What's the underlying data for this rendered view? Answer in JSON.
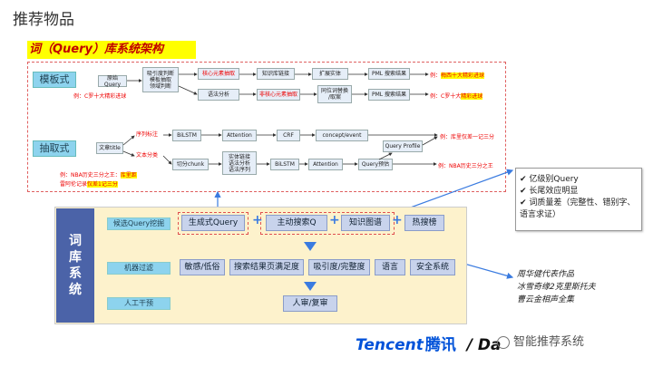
{
  "header": {
    "title": "推荐物品",
    "subtitle": "词（Query）库系统架构"
  },
  "top_flow": {
    "template_label": "模板式",
    "extract_label": "抽取式",
    "row1": [
      "原始Query",
      "吸引度判断\n模板抽取\n领域判断",
      "核心元素抽取",
      "知识库链接",
      "扩展实体",
      "PML 搜索结果"
    ],
    "row2": [
      "语法分析",
      "非核心元素抽取",
      "同位词替换\n/取案",
      "PML 搜索结果"
    ],
    "row1_result_prefix": "例：",
    "row1_result_hl": "梅西十大精彩进球",
    "row2_result_prefix": "例：C罗十大",
    "row2_result_hl": "精彩进球",
    "template_example": "例：C罗十大精彩进球",
    "extract_row1_label": "序列标注",
    "extract_row2_label": "文本分类",
    "extract_start": "文章title",
    "extract_row1": [
      "BiLSTM",
      "Attention",
      "CRF",
      "concept/event"
    ],
    "extract_row2": [
      "切分chunk",
      "实体链接\n语法分析\n语法序列",
      "BiLSTM",
      "Attention",
      "Query预估"
    ],
    "query_profile": "Query Profile",
    "extract_result1": "例：库里仅差一记三分",
    "extract_result2": "例：NBA历史三分之王",
    "extract_example_a": "例：NBA历史三分之王：",
    "extract_example_a_hl": "库里距",
    "extract_example_b": "雷阿伦记录",
    "extract_example_b_hl": "仅差1记三分"
  },
  "system": {
    "vertical_label": [
      "词",
      "库",
      "系",
      "统"
    ],
    "stages": [
      "候选Query挖掘",
      "机器过滤",
      "人工干预"
    ],
    "candidates": [
      "生成式Query",
      "主动搜索Q",
      "知识图谱",
      "热搜榜"
    ],
    "filters": [
      "敏感/低俗",
      "搜索结果页满足度",
      "吸引度/完整度",
      "语言",
      "安全系统"
    ],
    "manual": "人审/复审"
  },
  "callout": {
    "items": [
      "亿级别Query",
      "长尾效应明显",
      "词质量差（完整性、错别字、语言求证）"
    ]
  },
  "works": {
    "lines": [
      "周华健代表作品",
      "冰雪奇缘2克里斯托夫",
      "曹云金相声全集"
    ]
  },
  "footer": {
    "brand": "Tencent",
    "brand_cn": "腾讯",
    "slash": "/ Da",
    "watermark": "智能推荐系统"
  }
}
